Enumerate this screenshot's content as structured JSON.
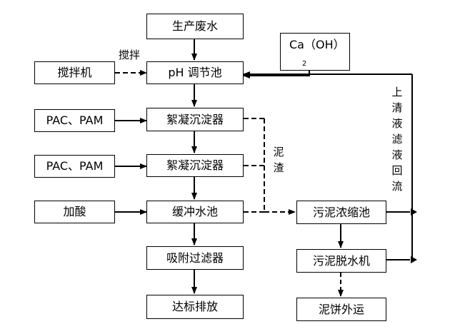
{
  "diagram": {
    "nodes": {
      "wastewater": "生产废水",
      "ph_tank": "pH 调节池",
      "floc1": "絮凝沉淀器",
      "floc2": "絮凝沉淀器",
      "buffer": "缓冲水池",
      "adsorb": "吸附过滤器",
      "discharge": "达标排放",
      "mixer": "搅拌机",
      "pac1": "PAC、PAM",
      "pac2": "PAC、PAM",
      "acid": "加酸",
      "caoh": "Ca（OH）",
      "caoh_sub": "2",
      "thickener": "污泥浓缩池",
      "dewater": "污泥脱水机",
      "cake": "泥饼外运"
    },
    "labels": {
      "stir": "搅拌",
      "sludge": "泥渣",
      "return": "上清液滤液回流"
    }
  }
}
